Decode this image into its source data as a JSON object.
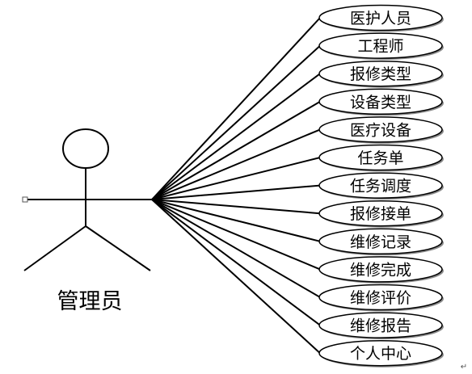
{
  "diagram": {
    "actor": {
      "label": "管理员"
    },
    "use_cases": [
      {
        "label": "医护人员"
      },
      {
        "label": "工程师"
      },
      {
        "label": "报修类型"
      },
      {
        "label": "设备类型"
      },
      {
        "label": "医疗设备"
      },
      {
        "label": "任务单"
      },
      {
        "label": "任务调度"
      },
      {
        "label": "报修接单"
      },
      {
        "label": "维修记录"
      },
      {
        "label": "维修完成"
      },
      {
        "label": "维修评价"
      },
      {
        "label": "维修报告"
      },
      {
        "label": "个人中心"
      }
    ],
    "paragraph_mark": "↵"
  }
}
